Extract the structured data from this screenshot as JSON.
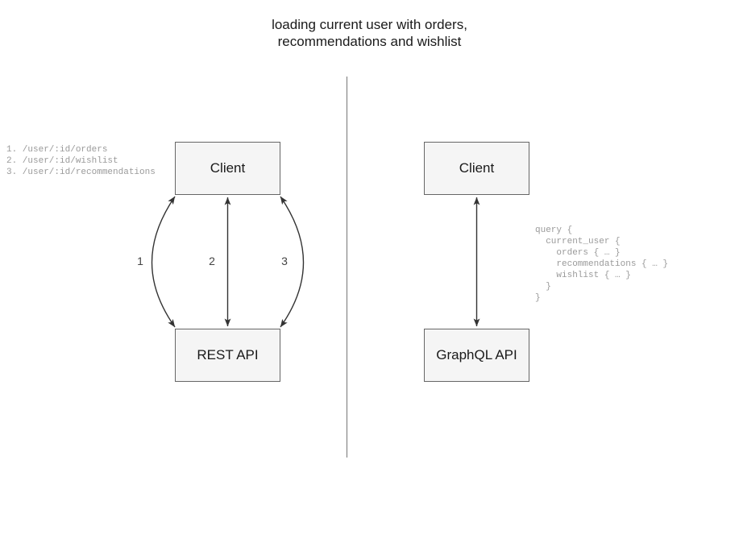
{
  "title": "loading current user with orders,\nrecommendations and wishlist",
  "colors": {
    "node_fill": "#f5f5f5",
    "node_border": "#666666",
    "text": "#1a1a1a",
    "annotation": "#9a9a9a",
    "arrow": "#333333",
    "divider": "#777777",
    "background": "#ffffff"
  },
  "divider": {
    "orientation": "vertical",
    "label": "comparison-divider"
  },
  "rest_side": {
    "client_label": "Client",
    "api_label": "REST API",
    "endpoint_list": "1. /user/:id/orders\n2. /user/:id/wishlist\n3. /user/:id/recommendations",
    "endpoints": [
      {
        "number": "1",
        "path": "/user/:id/orders"
      },
      {
        "number": "2",
        "path": "/user/:id/wishlist"
      },
      {
        "number": "3",
        "path": "/user/:id/recommendations"
      }
    ],
    "arrow_labels": [
      "1",
      "2",
      "3"
    ],
    "arrow_count": 3,
    "arrow_style": "double-headed"
  },
  "graphql_side": {
    "client_label": "Client",
    "api_label": "GraphQL API",
    "query": "query {\n  current_user {\n    orders { … }\n    recommendations { … }\n    wishlist { … }\n  }\n}",
    "arrow_count": 1,
    "arrow_style": "double-headed"
  }
}
